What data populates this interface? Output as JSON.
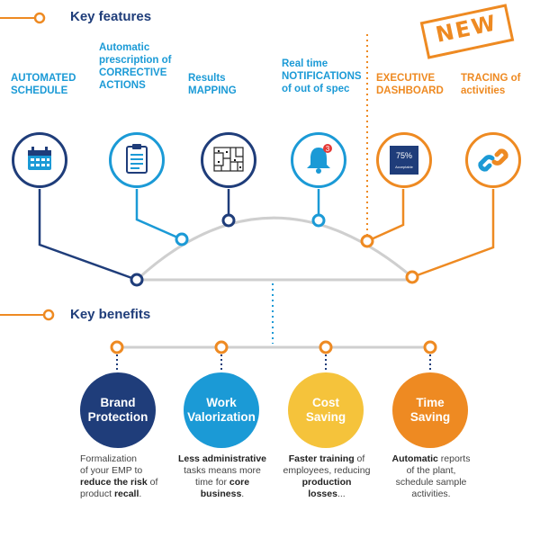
{
  "header_features": "Key features",
  "header_benefits": "Key benefits",
  "stamp": "NEW",
  "features": [
    {
      "lines": [
        "AUTOMATED",
        "SCHEDULE"
      ],
      "icon": "calendar-icon",
      "color": "#1b9ad6"
    },
    {
      "lines": [
        "Automatic",
        "prescription of",
        "CORRECTIVE",
        "ACTIONS"
      ],
      "icon": "clipboard-icon",
      "color": "#1b9ad6"
    },
    {
      "lines": [
        "Results",
        "MAPPING"
      ],
      "icon": "map-icon",
      "color": "#1b9ad6"
    },
    {
      "lines": [
        "Real time",
        "NOTIFICATIONS",
        "of out of spec"
      ],
      "icon": "bell-icon",
      "color": "#1b9ad6"
    },
    {
      "lines": [
        "EXECUTIVE",
        "DASHBOARD"
      ],
      "icon": "dashboard-icon",
      "color": "#ee8a22"
    },
    {
      "lines": [
        "TRACING of",
        "activities"
      ],
      "icon": "link-icon",
      "color": "#ee8a22"
    }
  ],
  "dashboard": {
    "value": "75%",
    "label": "Acceptable"
  },
  "bell_badge": "3",
  "benefits": [
    {
      "line1": "Brand",
      "line2": "Protection",
      "color": "#1f3d7a",
      "desc": [
        [
          "Formalization",
          ""
        ],
        [
          "of your EMP to",
          ""
        ],
        [
          "",
          "reduce the risk",
          " of"
        ],
        [
          "product ",
          "recall",
          "."
        ]
      ]
    },
    {
      "line1": "Work",
      "line2": "Valorization",
      "color": "#1b9ad6",
      "desc": []
    },
    {
      "line1": "Cost",
      "line2": "Saving",
      "color": "#f5c33b",
      "desc": []
    },
    {
      "line1": "Time",
      "line2": "Saving",
      "color": "#ee8a22",
      "desc": []
    }
  ],
  "desc_texts": {
    "brand": {
      "t1": "Formalization",
      "t2": "of your EMP to",
      "b3": "reduce the risk",
      "t3": " of",
      "t4a": "product ",
      "b4": "recall",
      "t4b": "."
    },
    "work": {
      "b1": "Less administrative",
      "t2": "tasks means more",
      "t3a": "time for ",
      "b3": "core",
      "b4": "business",
      "t4": "."
    },
    "cost": {
      "b1": "Faster training",
      "t1": " of",
      "t2": "employees, reducing",
      "b3": "production",
      "b4": "losses",
      "t4": "..."
    },
    "time": {
      "b1": "Automatic",
      "t1": " reports",
      "t2": "of the plant,",
      "t3": "schedule sample",
      "t4": "activities."
    }
  }
}
